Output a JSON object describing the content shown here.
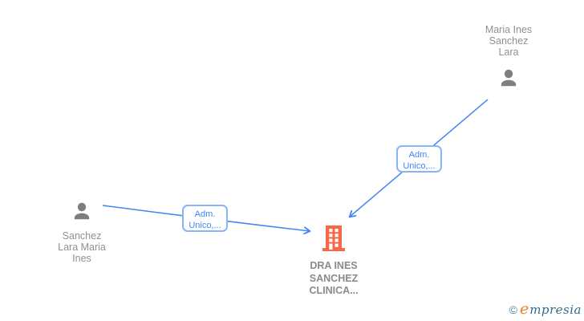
{
  "diagram": {
    "nodes": {
      "person_top": {
        "type": "person",
        "label": "Maria Ines\nSanchez\nLara"
      },
      "person_left": {
        "type": "person",
        "label": "Sanchez\nLara Maria\nInes"
      },
      "company": {
        "type": "company",
        "label": "DRA INES\nSANCHEZ\nCLINICA..."
      }
    },
    "edges": {
      "left": {
        "label": "Adm.\nUnico,...",
        "from": "person_left",
        "to": "company"
      },
      "right": {
        "label": "Adm.\nUnico,...",
        "from": "person_top",
        "to": "company"
      }
    }
  },
  "icons": {
    "person": "person-icon",
    "company": "building-icon"
  },
  "colors": {
    "edge_blue": "#4285f4",
    "edge_box_border": "#8ab4f8",
    "person_gray": "#7e7e7e",
    "building_orange": "#f96746",
    "person_label_gray": "#909090",
    "company_label_gray": "#8a8a8a",
    "brand_teal": "#2c6c8a",
    "brand_orange": "#ef7c1b"
  },
  "footer": {
    "copyright_symbol": "©",
    "brand_initial": "e",
    "brand_rest": "mpresia"
  }
}
